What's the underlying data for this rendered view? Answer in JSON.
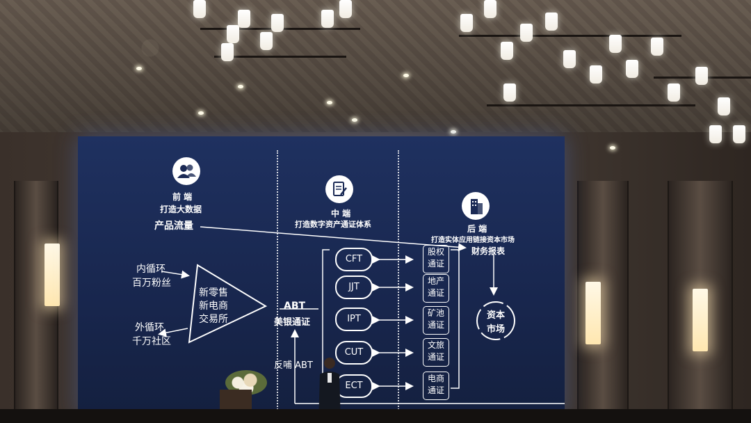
{
  "slide": {
    "front": {
      "title": "前 端",
      "subtitle": "打造大数据"
    },
    "middle": {
      "title": "中 端",
      "subtitle": "打造数字资产通证体系"
    },
    "back": {
      "title": "后 端",
      "subtitle": "打造实体应用链接资本市场"
    },
    "product_flow": "产品流量",
    "finance_report": "财务报表",
    "inner_loop": [
      "内循环",
      "百万粉丝"
    ],
    "outer_loop": [
      "外循环",
      "千万社区"
    ],
    "triangle_text": [
      "新零售",
      "新电商",
      "交易所"
    ],
    "abt": [
      "ABT",
      "美银通证"
    ],
    "feedback": "反哺 ABT",
    "tokens": [
      "CFT",
      "JJT",
      "IPT",
      "CUT",
      "ECT"
    ],
    "certs": [
      [
        "股权",
        "通证"
      ],
      [
        "地产",
        "通证"
      ],
      [
        "矿池",
        "通证"
      ],
      [
        "文旅",
        "通证"
      ],
      [
        "电商",
        "通证"
      ]
    ],
    "capital_market": [
      "资本",
      "市场"
    ]
  },
  "colors": {
    "screen_bg": "#1b2a55",
    "foreground": "#ffffff"
  }
}
